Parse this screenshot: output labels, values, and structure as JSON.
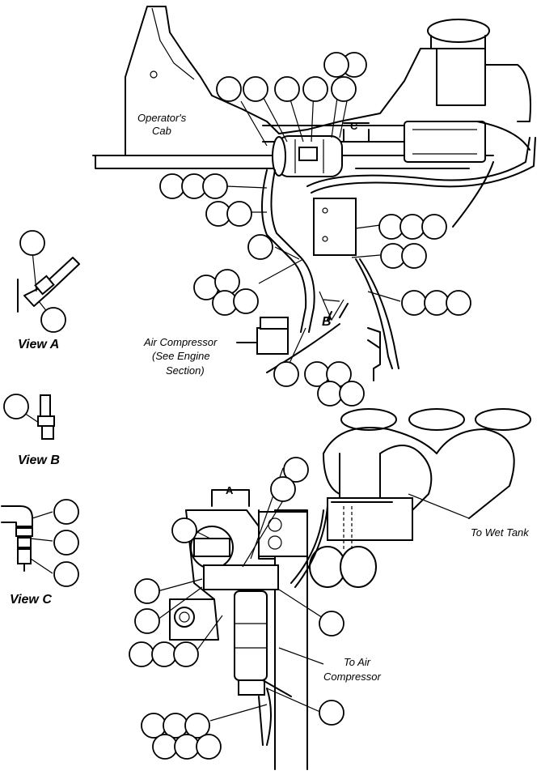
{
  "labels": {
    "cab_line1": "Operator's",
    "cab_line2": "Cab",
    "air_comp_line1": "Air Compressor",
    "air_comp_line2": "(See Engine",
    "air_comp_line3": "Section)",
    "to_wet_tank": "To Wet Tank",
    "to_air_line1": "To Air",
    "to_air_line2": "Compressor",
    "view_a": "View A",
    "view_b": "View B",
    "view_c": "View C",
    "arrow_a": "A",
    "arrow_b": "B",
    "arrow_c": "C"
  },
  "callout_groups": {
    "upper": 30,
    "lower": 16,
    "views": 6
  }
}
